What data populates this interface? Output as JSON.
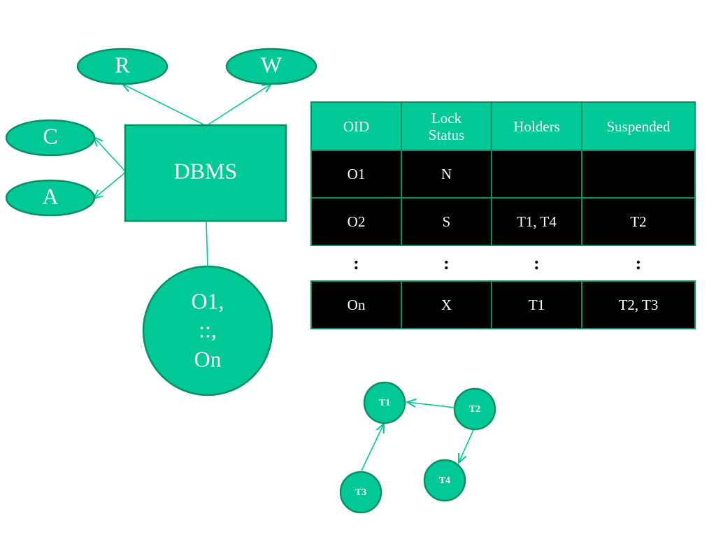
{
  "er_diagram": {
    "center": "DBMS",
    "attributes": [
      "R",
      "W",
      "C",
      "A"
    ],
    "storage": [
      "O1,",
      "::,",
      "On"
    ]
  },
  "lock_table": {
    "headers": [
      "OID",
      "Lock Status",
      "Holders",
      "Suspended"
    ],
    "rows": [
      [
        "O1",
        "N",
        "",
        ""
      ],
      [
        "O2",
        "S",
        "T1, T4",
        "T2"
      ],
      [
        ":",
        ":",
        ":",
        ":"
      ],
      [
        "On",
        "X",
        "T1",
        "T2, T3"
      ]
    ]
  },
  "wait_graph": {
    "nodes": [
      "T1",
      "T2",
      "T3",
      "T4"
    ],
    "edges": [
      [
        "T2",
        "T1"
      ],
      [
        "T3",
        "T1"
      ],
      [
        "T2",
        "T4"
      ]
    ]
  },
  "colors": {
    "accent": "#00c896",
    "border": "#0b8f63",
    "cell": "#000000"
  }
}
